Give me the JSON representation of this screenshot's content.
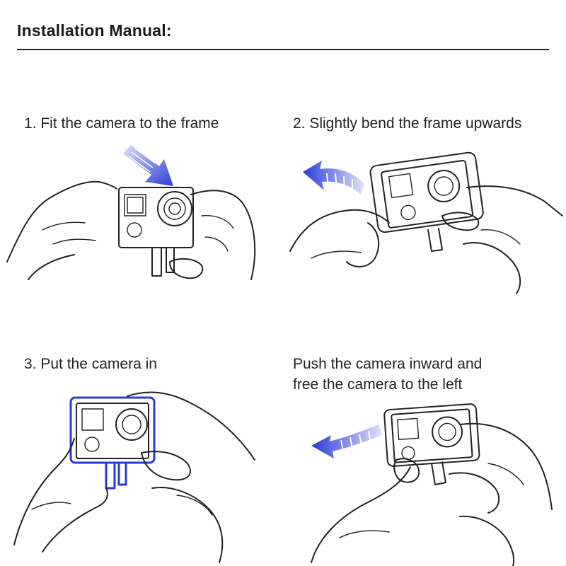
{
  "header": {
    "title": "Installation Manual:"
  },
  "steps": [
    {
      "text": "1. Fit the camera to the frame"
    },
    {
      "text": "2. Slightly bend the frame upwards"
    },
    {
      "text": "3. Put the camera in"
    },
    {
      "text_line1": "Push the camera inward and",
      "text_line2": "free the camera to the left"
    }
  ],
  "colors": {
    "accent": "#2a3bd6",
    "line": "#222222"
  },
  "icons": [
    "arrow-down-right-icon",
    "arrow-left-curved-icon",
    "arrow-left-icon"
  ]
}
